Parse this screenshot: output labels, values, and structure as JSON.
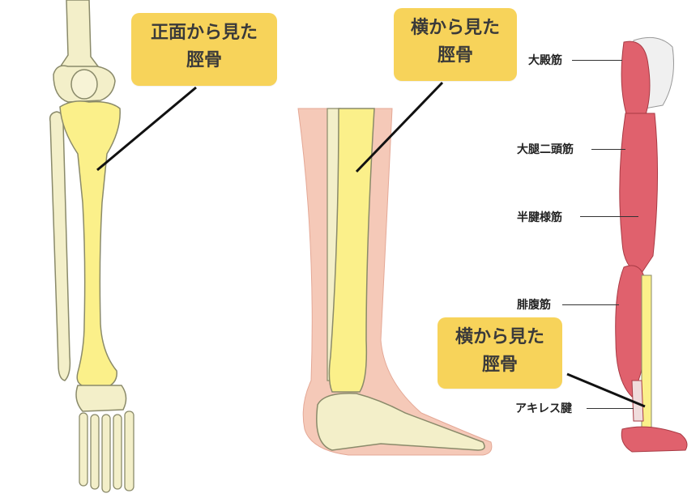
{
  "callouts": {
    "front": {
      "line1": "正面から見た",
      "line2": "脛骨"
    },
    "side": {
      "line1": "横から見た",
      "line2": "脛骨"
    },
    "muscle": {
      "line1": "横から見た",
      "line2": "脛骨"
    }
  },
  "muscles": [
    "大殿筋",
    "大腿二頭筋",
    "半腱様筋",
    "腓腹筋",
    "アキレス腱"
  ],
  "colors": {
    "tibia": "#fbf08a",
    "bone": "#f3efc9",
    "callout": "#f7d35a",
    "muscle": "#e0616d",
    "skin": "#f5c9b8"
  }
}
